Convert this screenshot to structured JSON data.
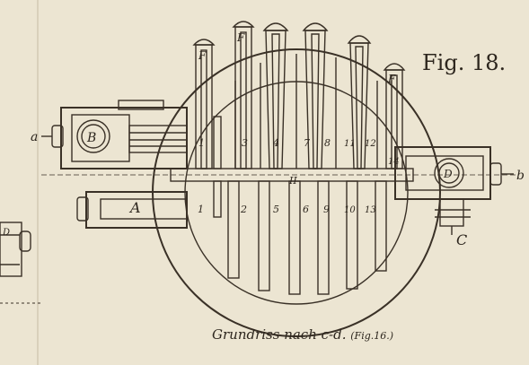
{
  "figure_title": "Fig. 18.",
  "caption": {
    "main": "Grundriss nach c-d.",
    "ref": "(Fig.16.)"
  },
  "labels": {
    "a": "a",
    "b": "b",
    "A": "A",
    "B": "B",
    "C": "C",
    "D": "D",
    "F": "F",
    "II": "II",
    "n1": "1",
    "n2": "2",
    "n3": "3",
    "n4": "4",
    "n5": "5",
    "n6": "6",
    "n7": "7",
    "n8": "8",
    "n9": "9",
    "n10": "10",
    "n11": "11",
    "n12": "12",
    "n13": "13",
    "n14": "14",
    "D_edge": "D"
  },
  "colors": {
    "paper": "#ece5d2",
    "ink": "#3a3127",
    "hatch_bg": "#d8cfb8"
  }
}
